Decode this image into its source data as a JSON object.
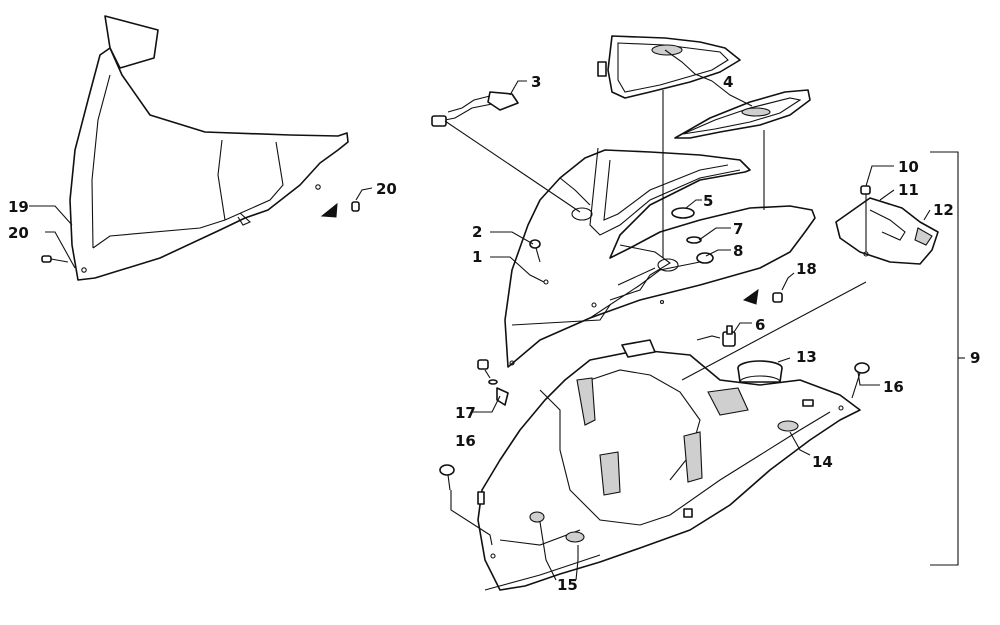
{
  "callouts": {
    "c1": "1",
    "c2": "2",
    "c3": "3",
    "c4": "4",
    "c5": "5",
    "c6": "6",
    "c7": "7",
    "c8": "8",
    "c9": "9",
    "c10": "10",
    "c11": "11",
    "c12": "12",
    "c13": "13",
    "c14": "14",
    "c15": "15",
    "c16a": "16",
    "c16b": "16",
    "c17": "17",
    "c18": "18",
    "c19": "19",
    "c20a": "20",
    "c20b": "20"
  }
}
